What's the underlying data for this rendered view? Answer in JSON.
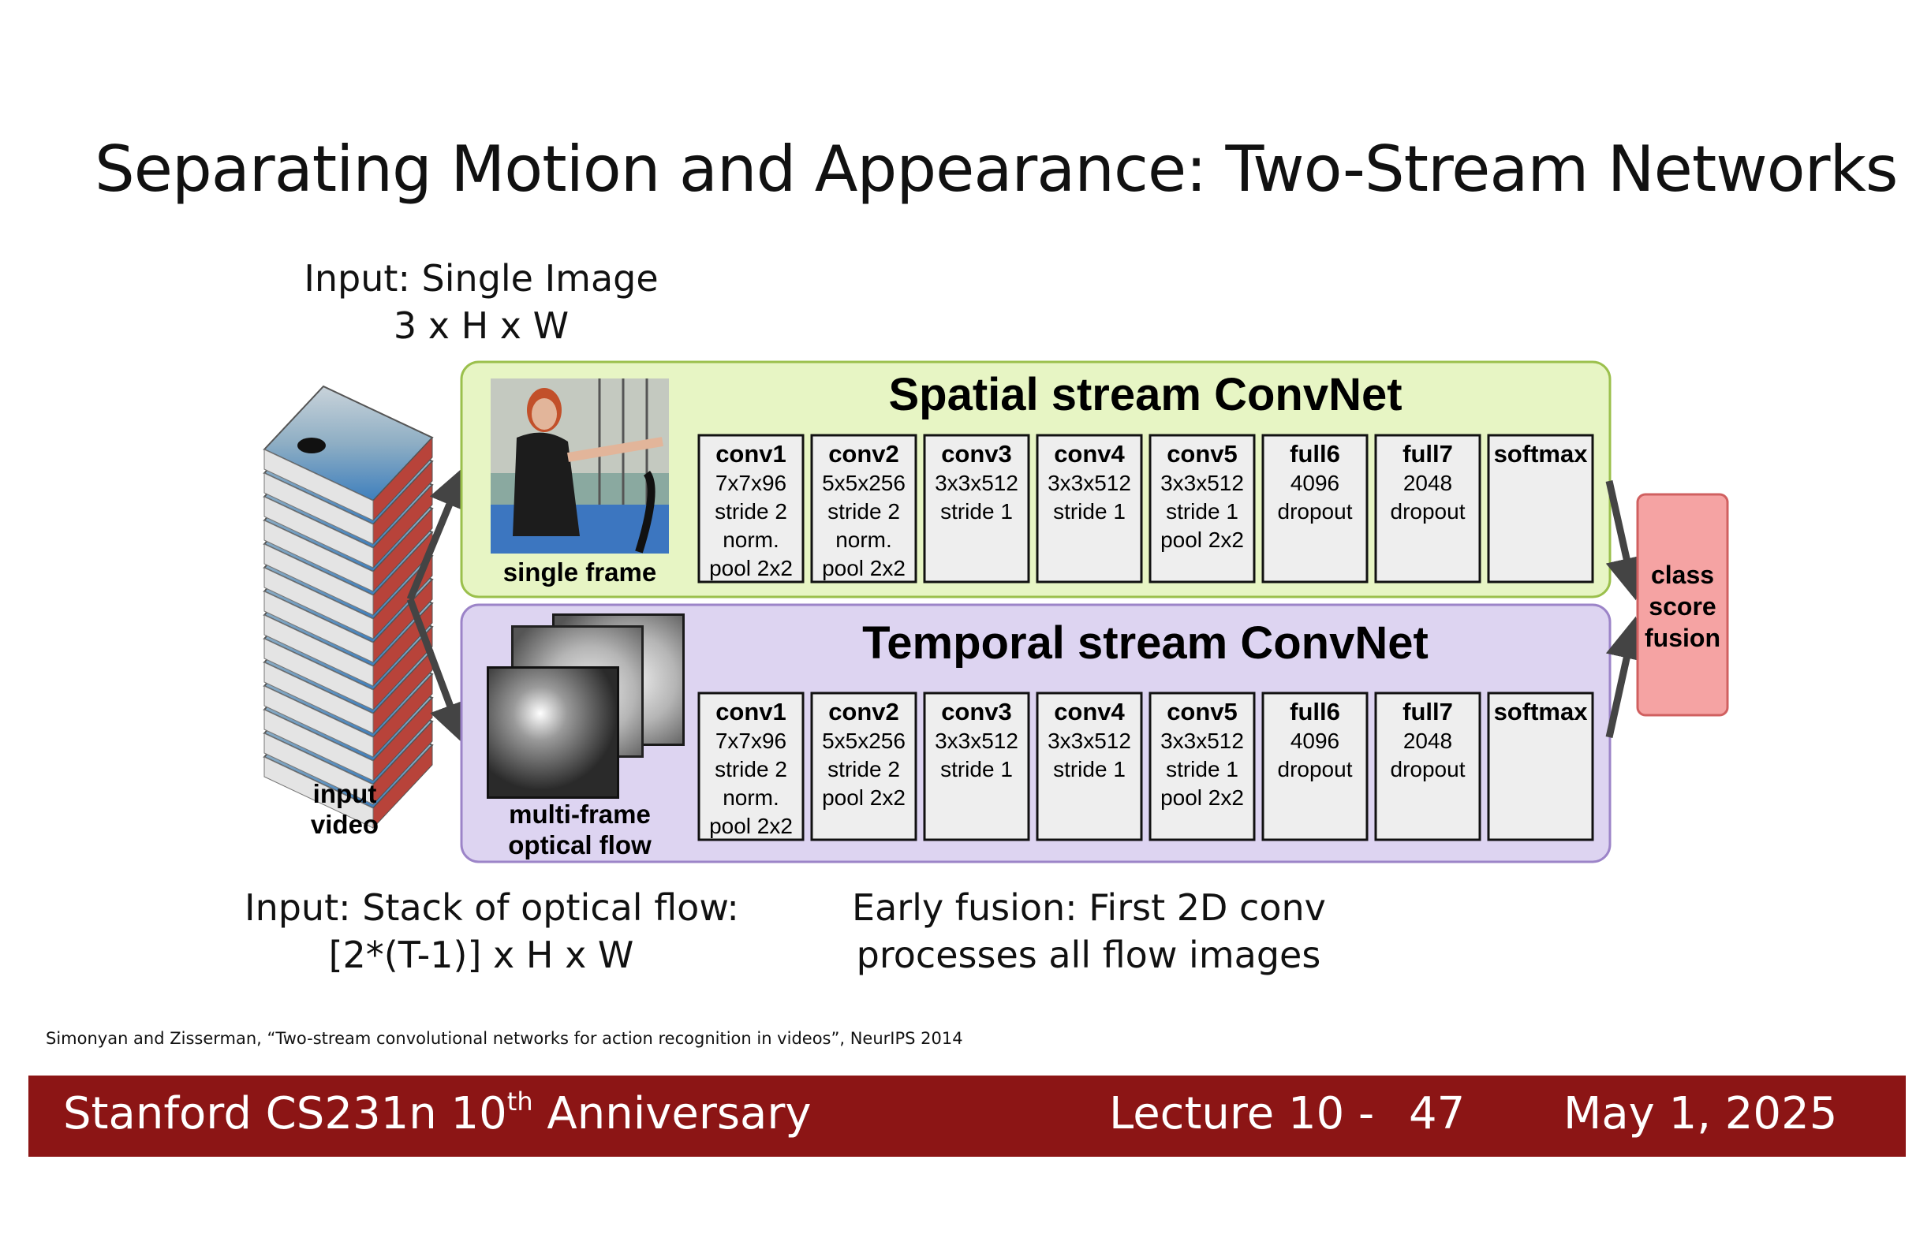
{
  "slide": {
    "title": "Separating Motion and Appearance: Two-Stream Networks",
    "input_single_line1": "Input: Single Image",
    "input_single_line2": "3 x H x W",
    "input_stack_line1": "Input: Stack of optical flow:",
    "input_stack_line2": "[2*(T-1)] x H x W",
    "early_fusion_line1": "Early fusion: First 2D conv",
    "early_fusion_line2": "processes all flow images",
    "citation": "Simonyan and Zisserman, “Two-stream convolutional networks for action recognition in videos”, NeurIPS 2014"
  },
  "diagram": {
    "input_video_line1": "input",
    "input_video_line2": "video",
    "spatial": {
      "title": "Spatial stream ConvNet",
      "image_label": "single frame",
      "fill": "#e7f5c4",
      "stroke": "#9bc04c",
      "layers": [
        {
          "name": "conv1",
          "lines": [
            "7x7x96",
            "stride 2",
            "norm.",
            "pool 2x2"
          ]
        },
        {
          "name": "conv2",
          "lines": [
            "5x5x256",
            "stride 2",
            "norm.",
            "pool 2x2"
          ]
        },
        {
          "name": "conv3",
          "lines": [
            "3x3x512",
            "stride 1"
          ]
        },
        {
          "name": "conv4",
          "lines": [
            "3x3x512",
            "stride 1"
          ]
        },
        {
          "name": "conv5",
          "lines": [
            "3x3x512",
            "stride 1",
            "pool 2x2"
          ]
        },
        {
          "name": "full6",
          "lines": [
            "4096",
            "dropout"
          ]
        },
        {
          "name": "full7",
          "lines": [
            "2048",
            "dropout"
          ]
        },
        {
          "name": "softmax",
          "lines": []
        }
      ]
    },
    "temporal": {
      "title": "Temporal stream ConvNet",
      "image_label_line1": "multi-frame",
      "image_label_line2": "optical flow",
      "fill": "#ddd4f1",
      "stroke": "#9c84c8",
      "layers": [
        {
          "name": "conv1",
          "lines": [
            "7x7x96",
            "stride 2",
            "norm.",
            "pool 2x2"
          ]
        },
        {
          "name": "conv2",
          "lines": [
            "5x5x256",
            "stride 2",
            "pool 2x2"
          ]
        },
        {
          "name": "conv3",
          "lines": [
            "3x3x512",
            "stride 1"
          ]
        },
        {
          "name": "conv4",
          "lines": [
            "3x3x512",
            "stride 1"
          ]
        },
        {
          "name": "conv5",
          "lines": [
            "3x3x512",
            "stride 1",
            "pool 2x2"
          ]
        },
        {
          "name": "full6",
          "lines": [
            "4096",
            "dropout"
          ]
        },
        {
          "name": "full7",
          "lines": [
            "2048",
            "dropout"
          ]
        },
        {
          "name": "softmax",
          "lines": []
        }
      ]
    },
    "fusion": {
      "lines": [
        "class",
        "score",
        "fusion"
      ],
      "fill": "#f5a3a3",
      "stroke": "#d06060"
    }
  },
  "footer": {
    "course_prefix": "Stanford CS231n 10",
    "course_sup": "th",
    "course_suffix": " Anniversary",
    "lecture": "Lecture 10 -",
    "page": "47",
    "date": "May 1, 2025",
    "color": "#8c1515"
  }
}
